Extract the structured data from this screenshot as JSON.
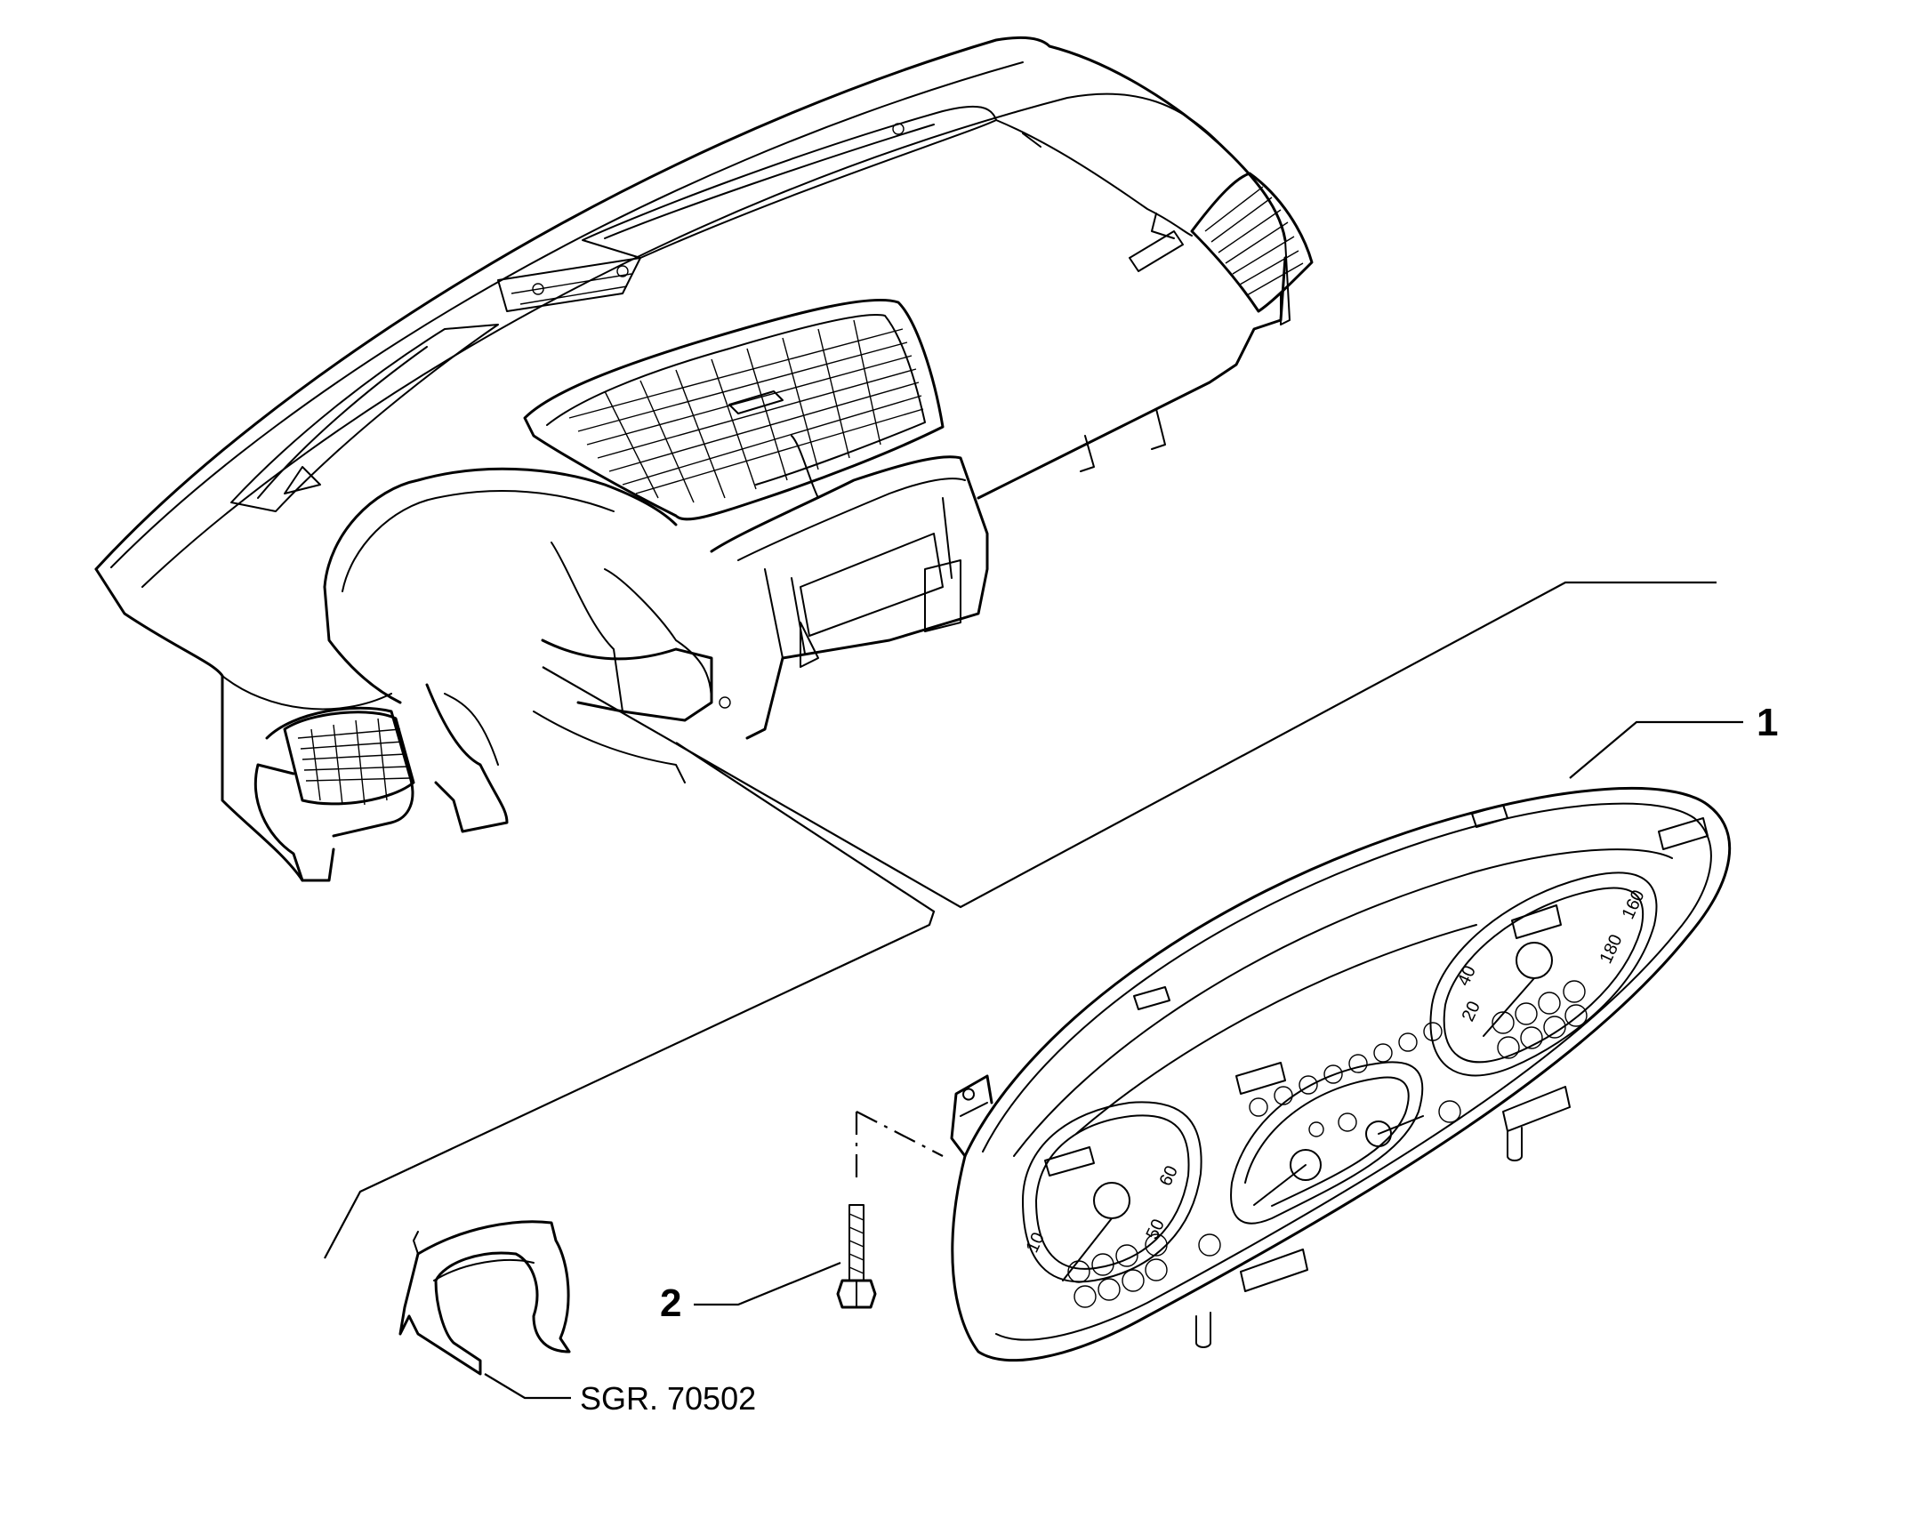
{
  "callouts": {
    "part1": "1",
    "part2": "2",
    "reference": "SGR. 70502"
  },
  "gauge_marks": {
    "speed_a": "180",
    "speed_b": "160",
    "speed_c": "40",
    "speed_d": "20",
    "rev_a": "60",
    "rev_b": "50",
    "rev_c": "10"
  },
  "colors": {
    "line": "#000000",
    "background": "#ffffff"
  }
}
